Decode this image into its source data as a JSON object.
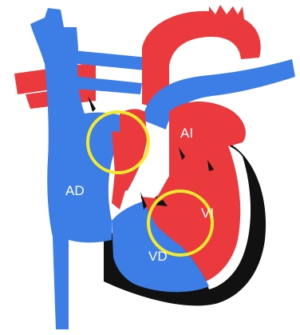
{
  "diagram": {
    "labels": {
      "right_atrium": "AD",
      "left_atrium": "AI",
      "left_ventricle": "VI",
      "right_ventricle": "VD"
    },
    "highlights": [
      {
        "name": "atrial-septal-defect",
        "color": "#f2ea2a"
      },
      {
        "name": "ventricular-septal-defect",
        "color": "#f2ea2a"
      }
    ],
    "colors": {
      "venous_blue": "#3d7ee6",
      "arterial_red": "#ea3a3d",
      "outline_black": "#111111",
      "highlight_yellow": "#f2ea2a",
      "background": "#ffffff"
    }
  }
}
